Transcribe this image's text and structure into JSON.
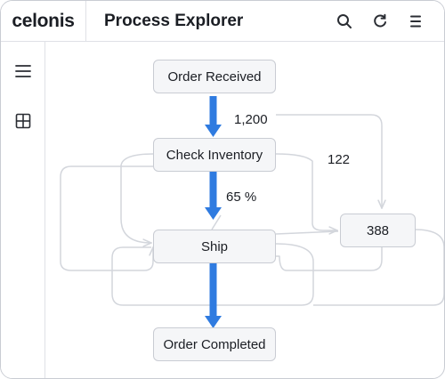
{
  "header": {
    "logo": "celonis",
    "title": "Process Explorer",
    "icons": [
      "search-icon",
      "refresh-icon",
      "menu-icon"
    ]
  },
  "sidebar": {
    "icons": [
      "hamburger-menu-icon",
      "grid-icon"
    ]
  },
  "process": {
    "nodes": {
      "order_received": "Order Received",
      "check_inventory": "Check Inventory",
      "ship": "Ship",
      "count_node": "388",
      "order_completed": "Order Completed"
    },
    "edge_labels": {
      "received_to_check": "1,200",
      "check_to_ship": "65 %",
      "check_to_count": "122"
    }
  },
  "colors": {
    "main_flow": "#2f7be0",
    "edge_gray": "#d3d6dc",
    "node_fill": "#f5f6f8",
    "node_border": "#c9ccd3"
  }
}
